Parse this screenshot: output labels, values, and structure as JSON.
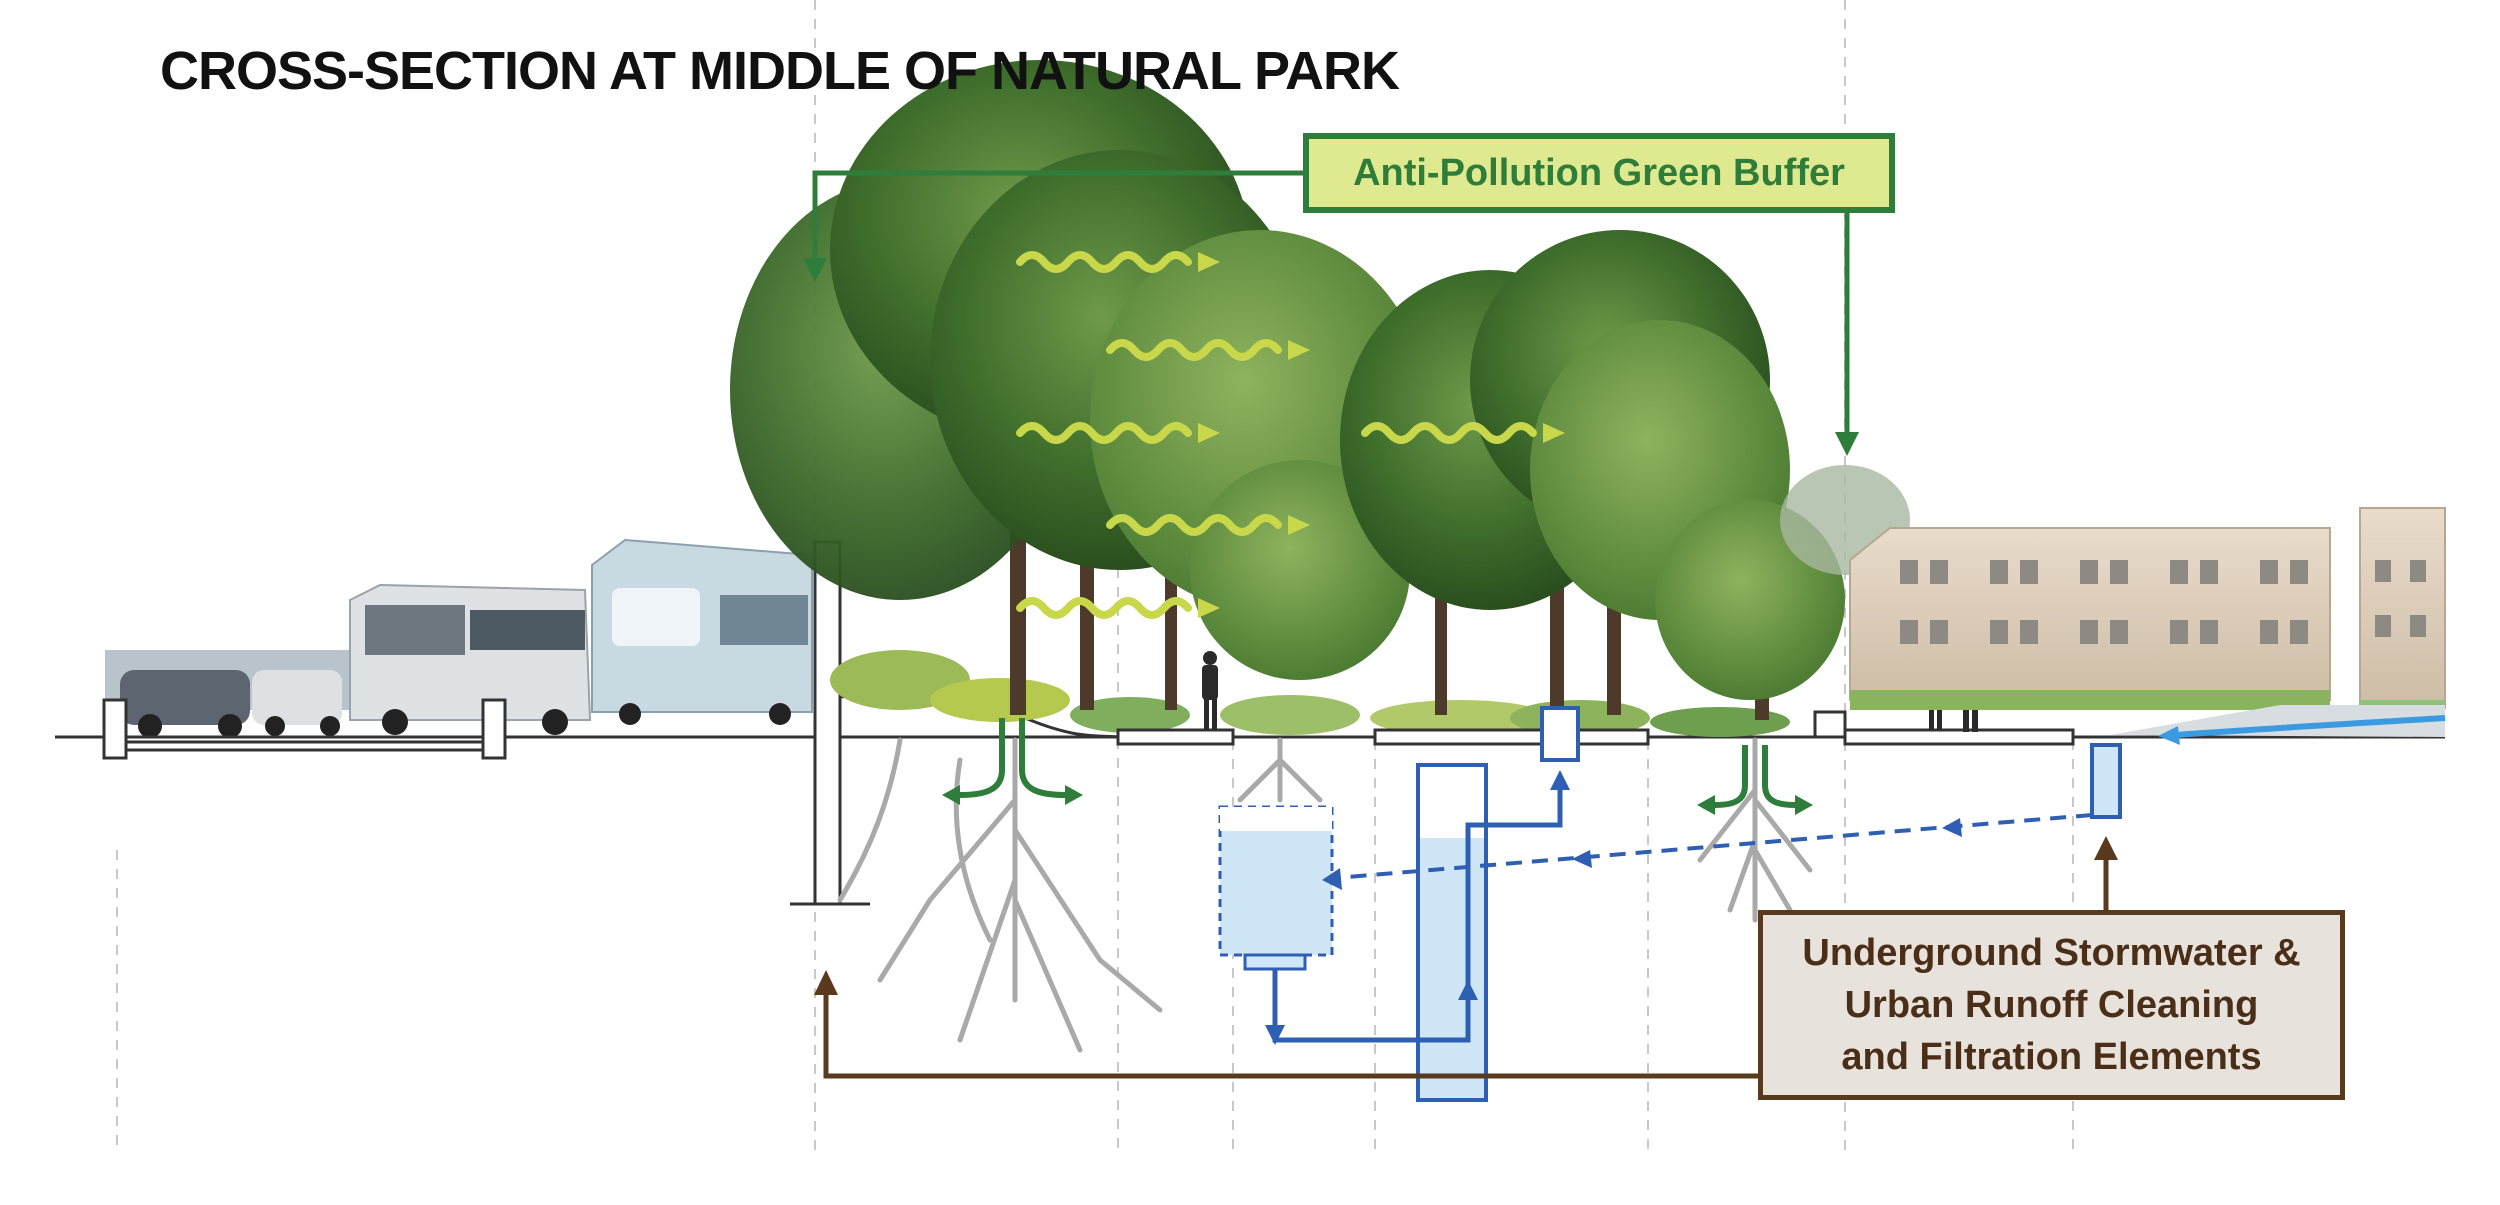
{
  "diagram": {
    "title": "CROSS-SECTION AT MIDDLE OF NATURAL PARK",
    "labels": {
      "green_buffer": "Anti-Pollution Green Buffer",
      "stormwater_lines": [
        "Underground Stormwater &",
        "Urban Runoff Cleaning",
        "and Filtration Elements"
      ]
    },
    "colors": {
      "buffer_green": "#2f7d3a",
      "buffer_fill": "#dfe98f",
      "pollution_wave": "#c9d84a",
      "storm_brown": "#5a3a1e",
      "storm_fill": "#e8e2dc",
      "water_blue": "#2f5fb3",
      "water_fill": "#cfe6f7",
      "surface_runoff": "#3a9be0",
      "roots_gray": "#a9a9a9"
    }
  }
}
